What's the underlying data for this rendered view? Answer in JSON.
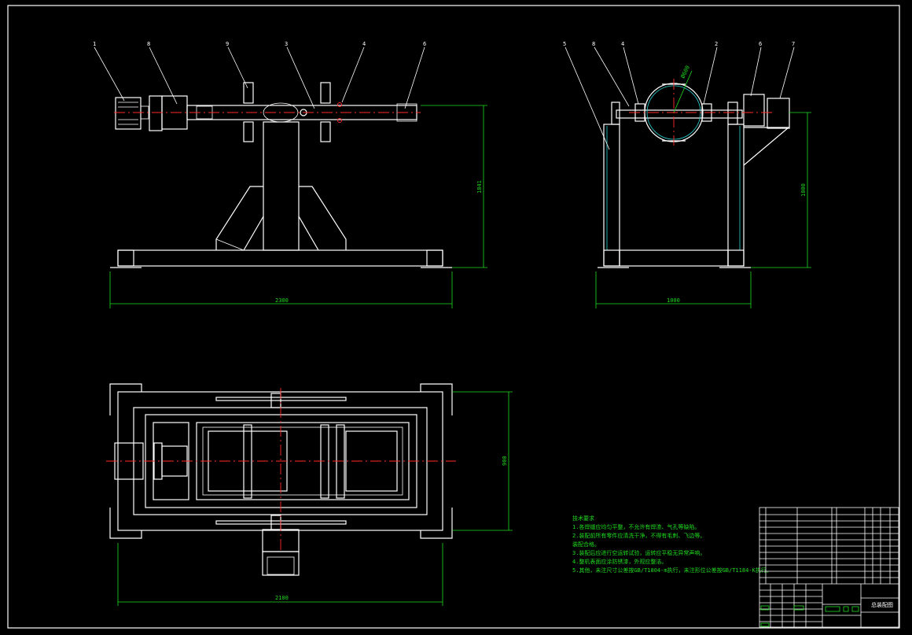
{
  "dimensions": {
    "front_length": "2300",
    "front_height": "1841",
    "side_width": "1000",
    "side_height": "1000",
    "top_depth": "900",
    "top_length": "2100",
    "drum_diameter": "Ø600"
  },
  "balloons": {
    "front": [
      "1",
      "8",
      "9",
      "3",
      "4",
      "6"
    ],
    "side": [
      "5",
      "8",
      "4",
      "2",
      "6",
      "7"
    ]
  },
  "technical_requirements": {
    "heading": "技术要求",
    "lines": [
      "1.各焊缝应均匀平整，不允许有焊渣、气孔等缺陷。",
      "2.装配前所有零件应清洗干净，不得有毛刺、飞边等。",
      "装配合格。",
      "3.装配后应进行空运转试验，运转应平稳无异常声响。",
      "4.整机表面应涂防锈漆，外观应整洁。",
      "5.其他，未注尺寸公差按GB/T1804-m执行，未注形位公差按GB/T1184-K执行。"
    ]
  },
  "title_block": {
    "drawing_title": "总装配图"
  },
  "colors": {
    "background": "#000000",
    "outline": "#ffffff",
    "dimension": "#1fdc1f",
    "centerline": "#ff2a2a",
    "leader": "#2ad4d4"
  }
}
